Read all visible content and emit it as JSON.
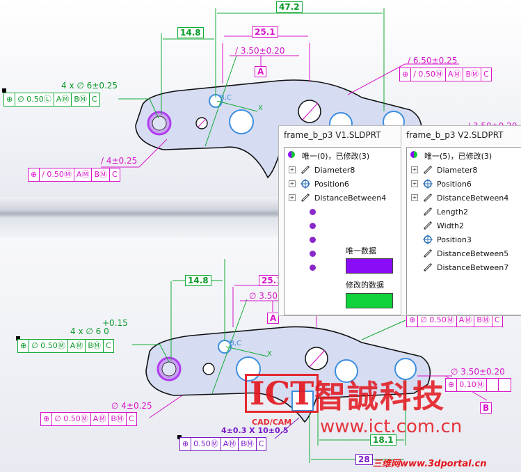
{
  "colors": {
    "green": "#11aa33",
    "magenta": "#d814c9",
    "purple": "#7a18c9",
    "part_fill": "#d6dcf2",
    "hole_blue": "#3d8ee0",
    "unique": "#8a0bf5",
    "modified": "#10d23a",
    "watermark_red": "#e4141b"
  },
  "top_view": {
    "dim_47_2": "47.2",
    "dim_14_8": "14.8",
    "dim_25_1": "25.1",
    "pos_3_50": "/ 3.50±0.20",
    "datum_a": "A",
    "pos_6_50": "/ 6.50±0.25",
    "pos_3_50_right": "/ 3.50±0.20",
    "hole_callout": "4 x ∅ 6±0.25",
    "pos_4_025": "/ 4±0.25",
    "bc_label": "B,C",
    "x_label": "X",
    "fcf_left": [
      "⊕",
      "∅ 0.50Ⓛ",
      "AⓂ",
      "BⓂ",
      "C"
    ],
    "fcf_right": [
      "⊕",
      "/ 0.50Ⓜ",
      "AⓂ",
      "BⓂ",
      "C"
    ],
    "fcf_bottom": [
      "⊕",
      "/ 0.50Ⓜ",
      "AⓂ",
      "BⓂ",
      "C"
    ]
  },
  "bottom_view": {
    "dim_14_8": "14.8",
    "dim_25_1": "25.1",
    "pos_3_50": "∅ 3.50±",
    "datum_a": "A",
    "tol_plus": "+0.15",
    "hole_callout": "4 x ∅ 6  0",
    "pos_4_025": "∅ 4±0.25",
    "pos_3_50_right": "∅ 3.50±0.20",
    "datum_b": "B",
    "bc_label": "B,C",
    "x_label": "X",
    "dim_4_03": "4±0.3 X 10±0.5",
    "dim_18_1": "18.1",
    "dim_28": "28",
    "fcf_left": [
      "⊕",
      "∅ 0.50Ⓜ",
      "AⓂ",
      "BⓂ",
      "C"
    ],
    "fcf_right": [
      "⊕",
      "∅ 0.50Ⓜ",
      "AⓂ",
      "BⓂ",
      "C"
    ],
    "fcf_bottom": [
      "⊕",
      "∅ 0.50Ⓜ",
      "AⓂ",
      "BⓂ",
      "C"
    ],
    "fcf_purple": [
      "⊕",
      "0.50Ⓜ",
      "AⓂ",
      "BⓂ",
      "C"
    ],
    "fcf_right_partial": [
      "⊕",
      "0.10Ⓜ"
    ]
  },
  "panel_v1": {
    "title": "frame_b_p3 V1.SLDPRT",
    "root": "唯一(0)，已修改(3)",
    "items": [
      "Diameter8",
      "Position6",
      "DistanceBetween4"
    ],
    "legend_unique": "唯一数据",
    "legend_modified": "修改的数据"
  },
  "panel_v2": {
    "title": "frame_b_p3 V2.SLDPRT",
    "root": "唯一(5)，已修改(3)",
    "items": [
      "Diameter8",
      "Position6",
      "DistanceBetween4",
      "Length2",
      "Width2",
      "Position3",
      "DistanceBetween5",
      "DistanceBetween7"
    ]
  },
  "watermark": {
    "ict": "ICT",
    "cadcam": "CAD/CAM",
    "cn_name": "智誠科技",
    "url": "www.ict.com.cn",
    "portal": "三维网www.3dportal.cn"
  }
}
